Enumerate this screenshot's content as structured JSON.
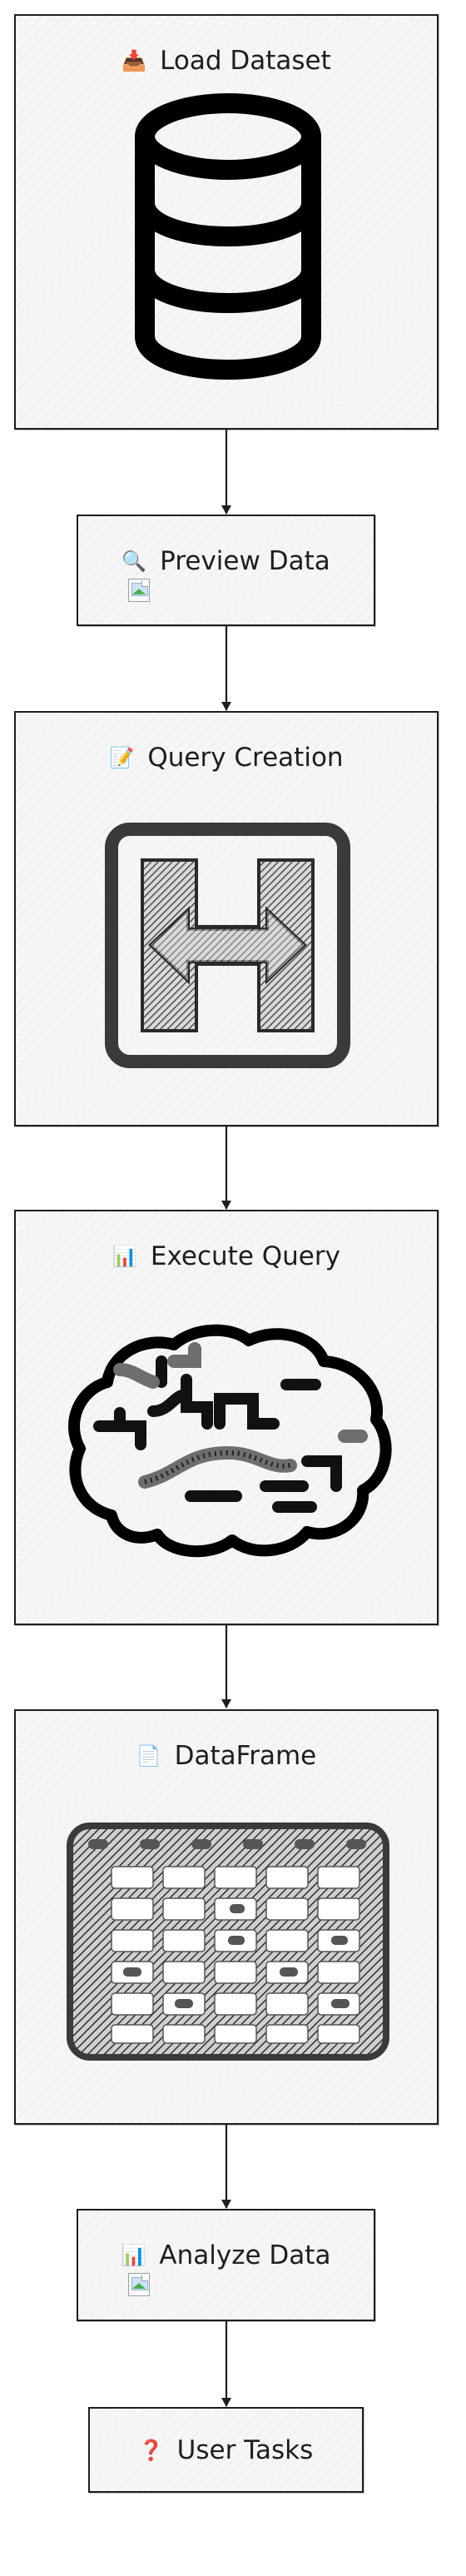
{
  "nodes": [
    {
      "id": "load-dataset",
      "icon": "📥",
      "icon_name": "inbox-tray-icon",
      "label": "Load Dataset",
      "image": "database-icon"
    },
    {
      "id": "preview-data",
      "icon": "🔍",
      "icon_name": "magnifying-glass-icon",
      "label": "Preview Data",
      "image": "broken-image-icon"
    },
    {
      "id": "query-creation",
      "icon": "📝",
      "icon_name": "memo-icon",
      "label": "Query Creation",
      "image": "exchange-arrows-icon"
    },
    {
      "id": "execute-query",
      "icon": "📊",
      "icon_name": "bar-chart-icon",
      "label": "Execute Query",
      "image": "brain-icon"
    },
    {
      "id": "dataframe",
      "icon": "📄",
      "icon_name": "page-icon",
      "label": "DataFrame",
      "image": "table-grid-icon"
    },
    {
      "id": "analyze-data",
      "icon": "📊",
      "icon_name": "bar-chart-icon",
      "label": "Analyze Data",
      "image": "broken-image-icon"
    },
    {
      "id": "user-tasks",
      "icon": "❓",
      "icon_name": "question-mark-icon",
      "label": "User Tasks",
      "image": ""
    }
  ],
  "edges": [
    {
      "from": "load-dataset",
      "to": "preview-data"
    },
    {
      "from": "preview-data",
      "to": "query-creation"
    },
    {
      "from": "query-creation",
      "to": "execute-query"
    },
    {
      "from": "execute-query",
      "to": "dataframe"
    },
    {
      "from": "dataframe",
      "to": "analyze-data"
    },
    {
      "from": "analyze-data",
      "to": "user-tasks"
    }
  ],
  "colors": {
    "stroke": "#1e1e1e",
    "node_fill": "#f6f6f6",
    "question_mark": "#d32f2f"
  }
}
